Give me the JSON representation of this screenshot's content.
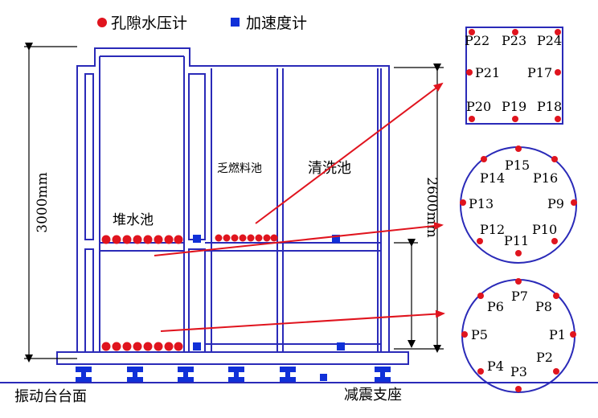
{
  "legend": {
    "pore_pressure": "孔隙水压计",
    "accelerometer": "加速度计"
  },
  "labels": {
    "pool_stack": "堆水池",
    "pool_spent_fuel": "乏燃料池",
    "pool_clean": "清洗池",
    "table_surface": "振动台台面",
    "isolation_bearing": "减震支座",
    "height_total": "3000mm",
    "height_partial": "2600mm"
  },
  "sensors": {
    "square": [
      "P22",
      "P23",
      "P24",
      "P21",
      "P17",
      "P20",
      "P19",
      "P18"
    ],
    "circle_upper": [
      "P15",
      "P14",
      "P16",
      "P13",
      "P9",
      "P12",
      "P10",
      "P11"
    ],
    "circle_lower": [
      "P7",
      "P6",
      "P8",
      "P5",
      "P1",
      "P4",
      "P2",
      "P3"
    ]
  },
  "colors": {
    "structure": "#2a2ab8",
    "sensor_dot": "#e0141e",
    "accelerometer": "#1030d8",
    "arrow": "#e0141e"
  }
}
